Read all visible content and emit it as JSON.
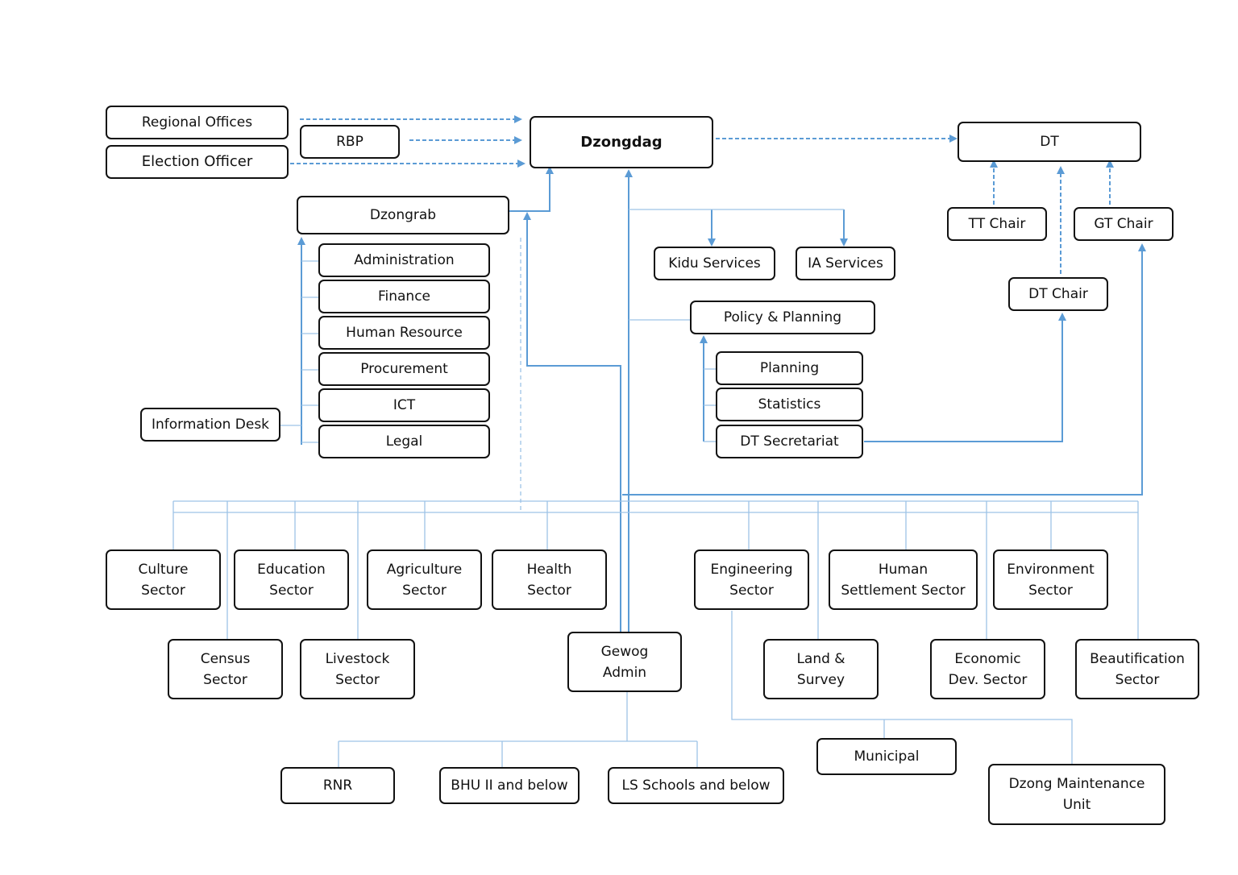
{
  "colors": {
    "connector": "#5b9bd5",
    "connector_light": "#9dc3e6",
    "box_border": "#111111"
  },
  "nodes": {
    "regional_offices": "Regional Offices",
    "election_officer": "Election Officer",
    "rbp": "RBP",
    "dzongdag": "Dzongdag",
    "dt": "DT",
    "tt_chair": "TT Chair",
    "gt_chair": "GT Chair",
    "dt_chair": "DT Chair",
    "dzongrab": "Dzongrab",
    "administration": "Administration",
    "finance": "Finance",
    "human_resource": "Human Resource",
    "procurement": "Procurement",
    "ict": "ICT",
    "legal": "Legal",
    "information_desk": "Information Desk",
    "kidu_services": "Kidu Services",
    "ia_services": "IA Services",
    "policy_planning": "Policy & Planning",
    "planning": "Planning",
    "statistics": "Statistics",
    "dt_secretariat": "DT Secretariat",
    "culture_sector": "Culture\nSector",
    "education_sector": "Education\nSector",
    "agriculture_sector": "Agriculture\nSector",
    "health_sector": "Health\nSector",
    "engineering_sector": "Engineering\nSector",
    "human_settlement_sector": "Human\nSettlement Sector",
    "environment_sector": "Environment\nSector",
    "census_sector": "Census\nSector",
    "livestock_sector": "Livestock\nSector",
    "gewog_admin": "Gewog\nAdmin",
    "land_survey": "Land &\nSurvey",
    "economic_dev_sector": "Economic\nDev. Sector",
    "beautification_sector": "Beautification\nSector",
    "rnr": "RNR",
    "bhu": "BHU II and below",
    "ls_schools": "LS Schools and below",
    "municipal": "Municipal",
    "dzong_maintenance_unit": "Dzong Maintenance\nUnit"
  }
}
